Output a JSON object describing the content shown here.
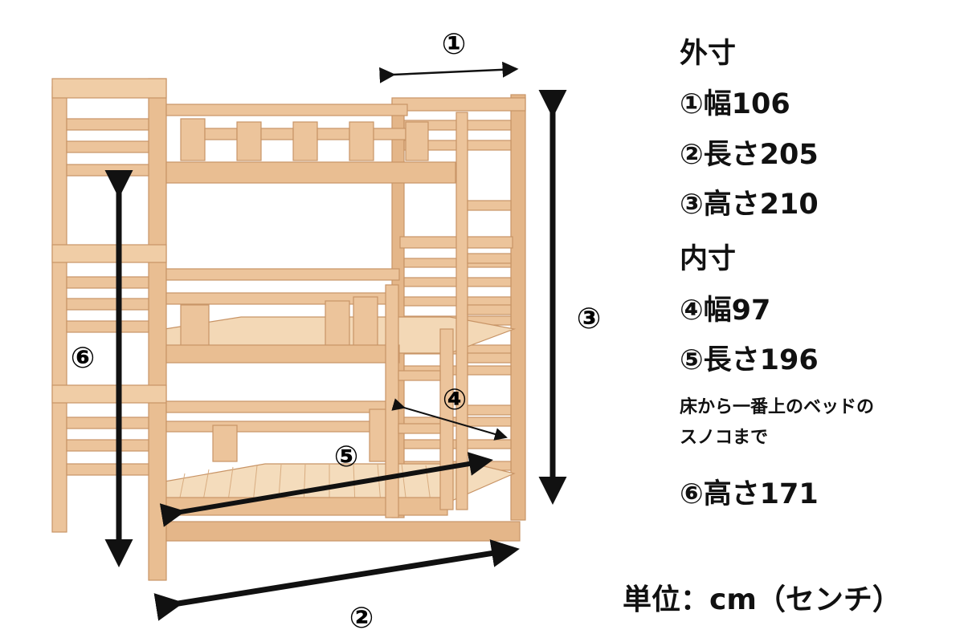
{
  "outer": {
    "heading": "外寸",
    "width": "①幅106",
    "length": "②長さ205",
    "height": "③高さ210"
  },
  "inner": {
    "heading": "内寸",
    "width": "④幅97",
    "length": "⑤長さ196"
  },
  "floor_note": {
    "line1": "床から一番上のベッドの",
    "line2": "スノコまで"
  },
  "top_slat_height": "⑥高さ171",
  "unit": "単位：cm（センチ）",
  "markers": {
    "m1": "①",
    "m2": "②",
    "m3": "③",
    "m4": "④",
    "m5": "⑤",
    "m6": "⑥"
  },
  "colors": {
    "wood": "#e9be92",
    "wood_dark": "#d19e6f",
    "wood_light": "#f4d6b3",
    "arrow": "#111111"
  }
}
